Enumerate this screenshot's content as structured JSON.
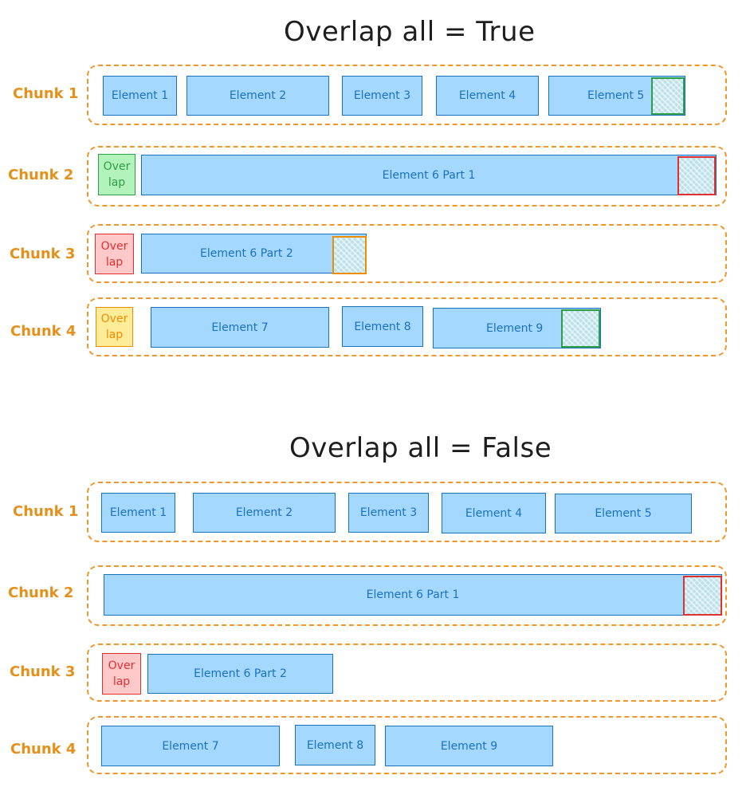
{
  "sections": [
    {
      "title": "Overlap all = True",
      "chunks": [
        {
          "label": "Chunk 1",
          "overlap": "",
          "elements": [
            "Element 1",
            "Element 2",
            "Element 3",
            "Element 4",
            "Element 5"
          ]
        },
        {
          "label": "Chunk 2",
          "overlap": "Over\nlap",
          "elements": [
            "Element 6 Part 1"
          ]
        },
        {
          "label": "Chunk 3",
          "overlap": "Over\nlap",
          "elements": [
            "Element 6 Part 2"
          ]
        },
        {
          "label": "Chunk 4",
          "overlap": "Over\nlap",
          "elements": [
            "Element 7",
            "Element 8",
            "Element 9"
          ]
        }
      ]
    },
    {
      "title": "Overlap all = False",
      "chunks": [
        {
          "label": "Chunk 1",
          "overlap": "",
          "elements": [
            "Element 1",
            "Element 2",
            "Element 3",
            "Element 4",
            "Element 5"
          ]
        },
        {
          "label": "Chunk 2",
          "overlap": "",
          "elements": [
            "Element 6 Part 1"
          ]
        },
        {
          "label": "Chunk 3",
          "overlap": "Over\nlap",
          "elements": [
            "Element 6 Part 2"
          ]
        },
        {
          "label": "Chunk 4",
          "overlap": "",
          "elements": [
            "Element 7",
            "Element 8",
            "Element 9"
          ]
        }
      ]
    }
  ],
  "colors": {
    "element_fill": "#a5d8ff",
    "element_stroke": "#1971c2",
    "chunk_border": "#f0962a",
    "chunk_label": "#e5901a",
    "overlap_green": "#2f9e44",
    "overlap_red": "#e03131",
    "overlap_yellow": "#f08c00"
  }
}
